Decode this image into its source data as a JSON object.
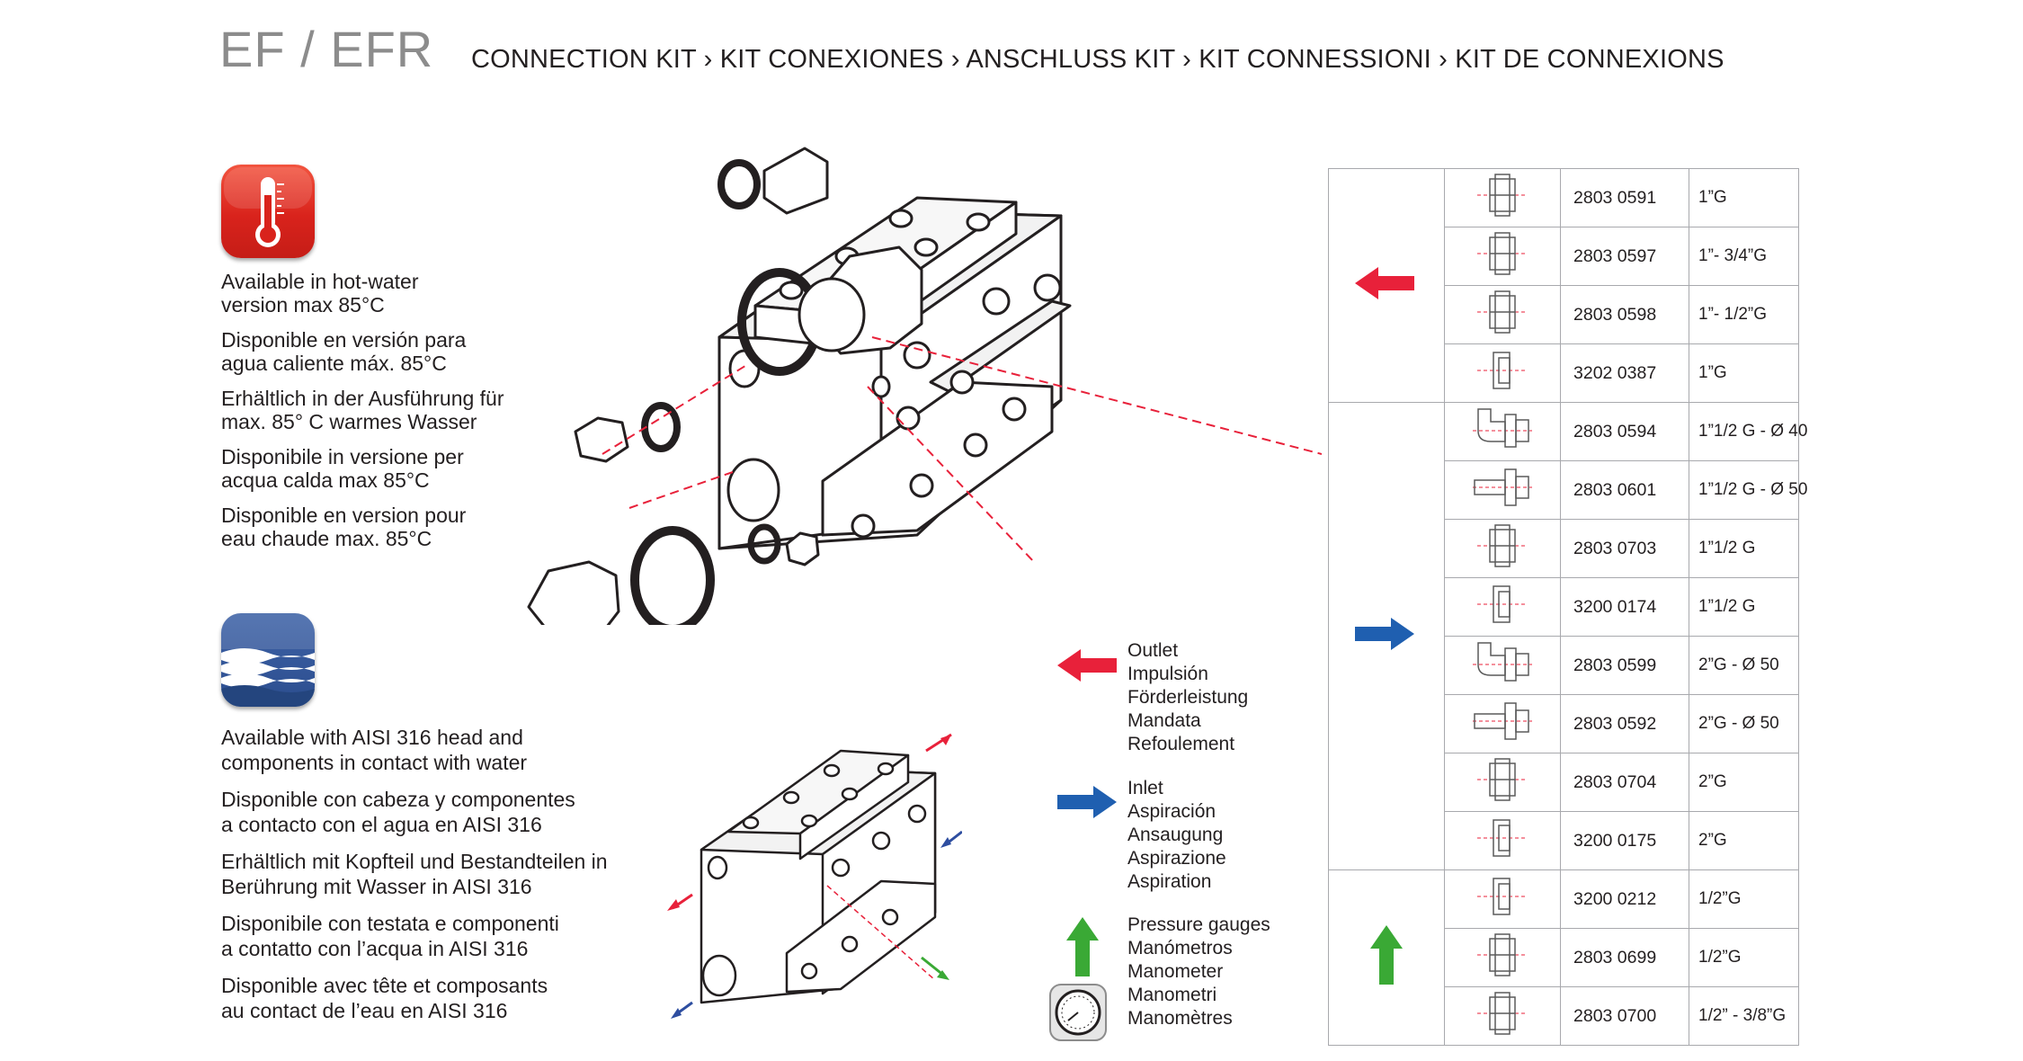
{
  "header": {
    "model": "EF / EFR",
    "title": "CONNECTION KIT › KIT CONEXIONES › ANSCHLUSS KIT › KIT CONNESSIONI › KIT DE CONNEXIONS"
  },
  "hot_water": {
    "icon": "thermometer-icon",
    "lines": [
      [
        "Available in hot-water",
        "version max 85°C"
      ],
      [
        "Disponible en versión para",
        "agua caliente máx. 85°C"
      ],
      [
        "Erhältlich in der Ausführung für",
        "max. 85° C warmes Wasser"
      ],
      [
        "Disponibile in versione per",
        "acqua calda max 85°C"
      ],
      [
        "Disponible en version pour",
        "eau chaude max. 85°C"
      ]
    ]
  },
  "aisi": {
    "icon": "water-waves-icon",
    "lines": [
      [
        "Available with AISI 316 head and",
        "components in contact with water"
      ],
      [
        "Disponible con cabeza y componentes",
        "a contacto con el agua en AISI 316"
      ],
      [
        "Erhältlich mit Kopfteil und Bestandteilen in",
        "Berührung mit Wasser in AISI 316"
      ],
      [
        "Disponibile con testata e componenti",
        "a contatto con l’acqua in AISI 316"
      ],
      [
        "Disponible avec tête et composants",
        "au contact de l’eau en AISI 316"
      ]
    ]
  },
  "legend": {
    "outlet": {
      "color": "#e8213a",
      "labels": [
        "Outlet",
        "Impulsión",
        "Förderleistung",
        "Mandata",
        "Refoulement"
      ]
    },
    "inlet": {
      "color": "#1f5fb0",
      "labels": [
        "Inlet",
        "Aspiración",
        "Ansaugung",
        "Aspirazione",
        "Aspiration"
      ]
    },
    "gauges": {
      "color": "#3aa935",
      "labels": [
        "Pressure gauges",
        "Manómetros",
        "Manometer",
        "Manometri",
        "Manomètres"
      ]
    }
  },
  "parts": {
    "outlet_rows": [
      {
        "icon": "double-nipple-icon",
        "code": "2803 0591",
        "size": "1”G"
      },
      {
        "icon": "double-nipple-icon",
        "code": "2803 0597",
        "size": "1”- 3/4”G"
      },
      {
        "icon": "double-nipple-icon",
        "code": "2803 0598",
        "size": "1”- 1/2”G"
      },
      {
        "icon": "plug-icon",
        "code": "3202 0387",
        "size": "1”G"
      }
    ],
    "inlet_rows": [
      {
        "icon": "elbow-fitting-icon",
        "code": "2803 0594",
        "size": "1”1/2 G - Ø 40"
      },
      {
        "icon": "hose-tail-icon",
        "code": "2803 0601",
        "size": "1”1/2 G - Ø 50"
      },
      {
        "icon": "double-nipple-icon",
        "code": "2803 0703",
        "size": "1”1/2 G"
      },
      {
        "icon": "plug-icon",
        "code": "3200 0174",
        "size": "1”1/2 G"
      },
      {
        "icon": "elbow-fitting-icon",
        "code": "2803 0599",
        "size": "2”G - Ø 50"
      },
      {
        "icon": "hose-tail-icon",
        "code": "2803 0592",
        "size": "2”G - Ø 50"
      },
      {
        "icon": "double-nipple-icon",
        "code": "2803 0704",
        "size": "2”G"
      },
      {
        "icon": "plug-icon",
        "code": "3200 0175",
        "size": "2”G"
      }
    ],
    "gauge_rows": [
      {
        "icon": "plug-icon",
        "code": "3200 0212",
        "size": "1/2”G"
      },
      {
        "icon": "double-nipple-icon",
        "code": "2803 0699",
        "size": "1/2”G"
      },
      {
        "icon": "double-nipple-icon",
        "code": "2803 0700",
        "size": "1/2” - 3/8”G"
      }
    ]
  }
}
